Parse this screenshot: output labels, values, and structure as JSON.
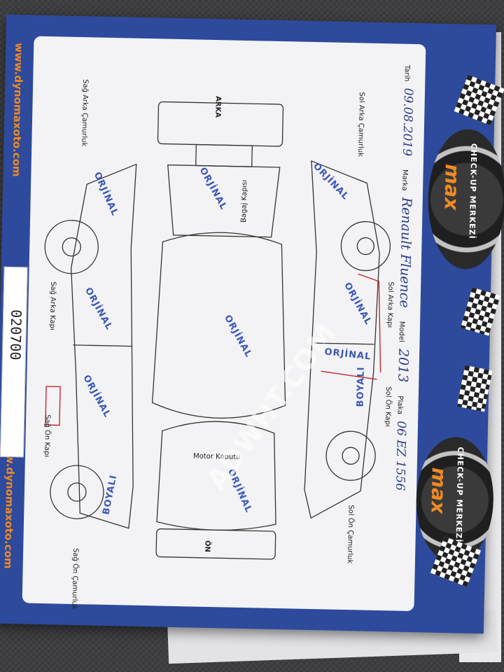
{
  "website": "www.dynomaxoto.com",
  "center": {
    "band_text": "CHECK-UP MERKEZİ",
    "brand": "max"
  },
  "form": {
    "date_label": "Tarih",
    "date_value": "09.08.2019",
    "brand_label": "Marka",
    "brand_value": "Renault Fluence",
    "model_label": "Model",
    "model_value": "2013",
    "plate_label": "Plaka",
    "plate_value": "06 EZ 1556"
  },
  "serial": "020700",
  "diagram_labels": {
    "rear": "ARKA",
    "front": "ÖN",
    "trunk": "Bagaj Kapısı",
    "hood": "Motor Kaputu",
    "left_rear_fender": "Sol Arka Çamurluk",
    "left_rear_door": "Sol Arka Kapı",
    "left_front_door": "Sol Ön Kapı",
    "left_front_fender": "Sol Ön Çamurluk",
    "right_rear_fender": "Sağ Arka Çamurluk",
    "right_rear_door": "Sağ Arka Kapı",
    "right_front_door": "Sağ Ön Kapı",
    "right_front_fender": "Sağ Ön Çamurluk"
  },
  "stamps": {
    "original": "ORJİNAL",
    "painted": "BOYALI"
  },
  "watermark": "ADWHT.COM",
  "colors": {
    "paper_blue": "#2d4a9c",
    "stamp_blue": "#3b57b8",
    "accent_orange": "#f08a24",
    "repair_red": "#c4262e"
  }
}
